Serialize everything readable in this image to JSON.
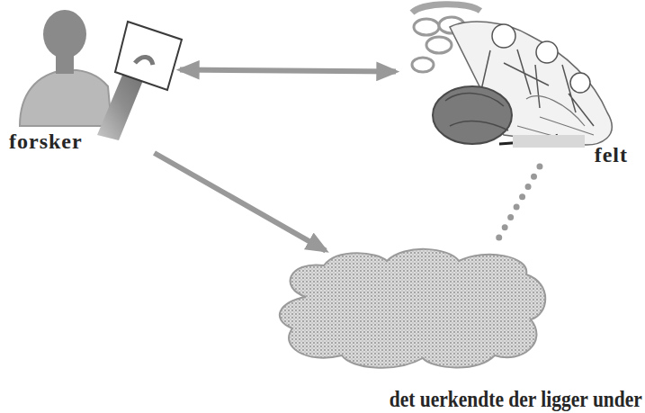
{
  "diagram": {
    "nodes": [
      {
        "text": [
          "forsker"
        ]
      },
      {
        "text": [
          "felt"
        ]
      },
      {
        "text": [
          "det uerkendte der ligger under"
        ]
      }
    ],
    "edges": [
      {
        "from": 0,
        "to": 1,
        "arrow": "both"
      },
      {
        "from": 0,
        "to": 2,
        "arrow": "to"
      },
      {
        "from": 1,
        "to": 2,
        "arrow": "none"
      }
    ]
  }
}
